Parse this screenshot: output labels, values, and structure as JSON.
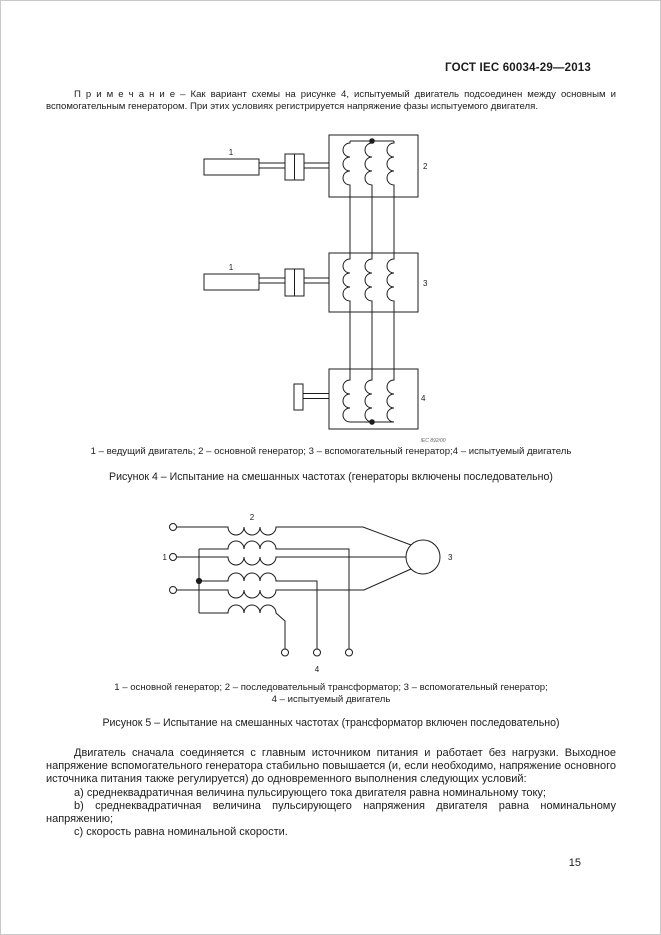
{
  "header": {
    "title": "ГОСТ IEC 60034-29—2013"
  },
  "note": {
    "text": "П р и м е ч а н и е   – Как вариант схемы на рисунке 4, испытуемый двигатель подсоединен между основным и вспомогательным генератором. При этих условиях регистрируется напряжение фазы испытуемого двигателя."
  },
  "figure4": {
    "label_motor_a": "1",
    "label_motor_b": "1",
    "label_main_gen": "2",
    "label_aux_gen": "3",
    "label_test_motor": "4",
    "iec_ref": "IEC  892/00",
    "caption": "1 – ведущий двигатель; 2 – основной генератор; 3 – вспомогательный генератор;4 – испытуемый двигатель",
    "title": "Рисунок 4 – Испытание на смешанных частотах (генераторы включены последовательно)"
  },
  "figure5": {
    "label_main_gen": "1",
    "label_transformer": "2",
    "label_aux_gen": "3",
    "label_test_motor": "4",
    "caption_line1": "1 – основной генератор; 2 – последовательный трансформатор; 3 – вспомогательный генератор;",
    "caption_line2": "4 – испытуемый двигатель",
    "title": "Рисунок 5 – Испытание на смешанных частотах (трансформатор включен последовательно)"
  },
  "body": {
    "paragraph": "Двигатель сначала соединяется с главным источником питания и работает без нагрузки. Выходное напряжение вспомогательного генератора стабильно повышается (и, если необходимо, напряжение основного источника питания также регулируется) до одновременного выполнения следующих условий:",
    "item_a": "a) среднеквадратичная величина пульсирующего тока двигателя равна номинальному току;",
    "item_b": "b) среднеквадратичная величина пульсирующего напряжения двигателя равна номинальному напряжению;",
    "item_c": "c) скорость равна номинальной скорости."
  },
  "footer": {
    "page_number": "15"
  }
}
